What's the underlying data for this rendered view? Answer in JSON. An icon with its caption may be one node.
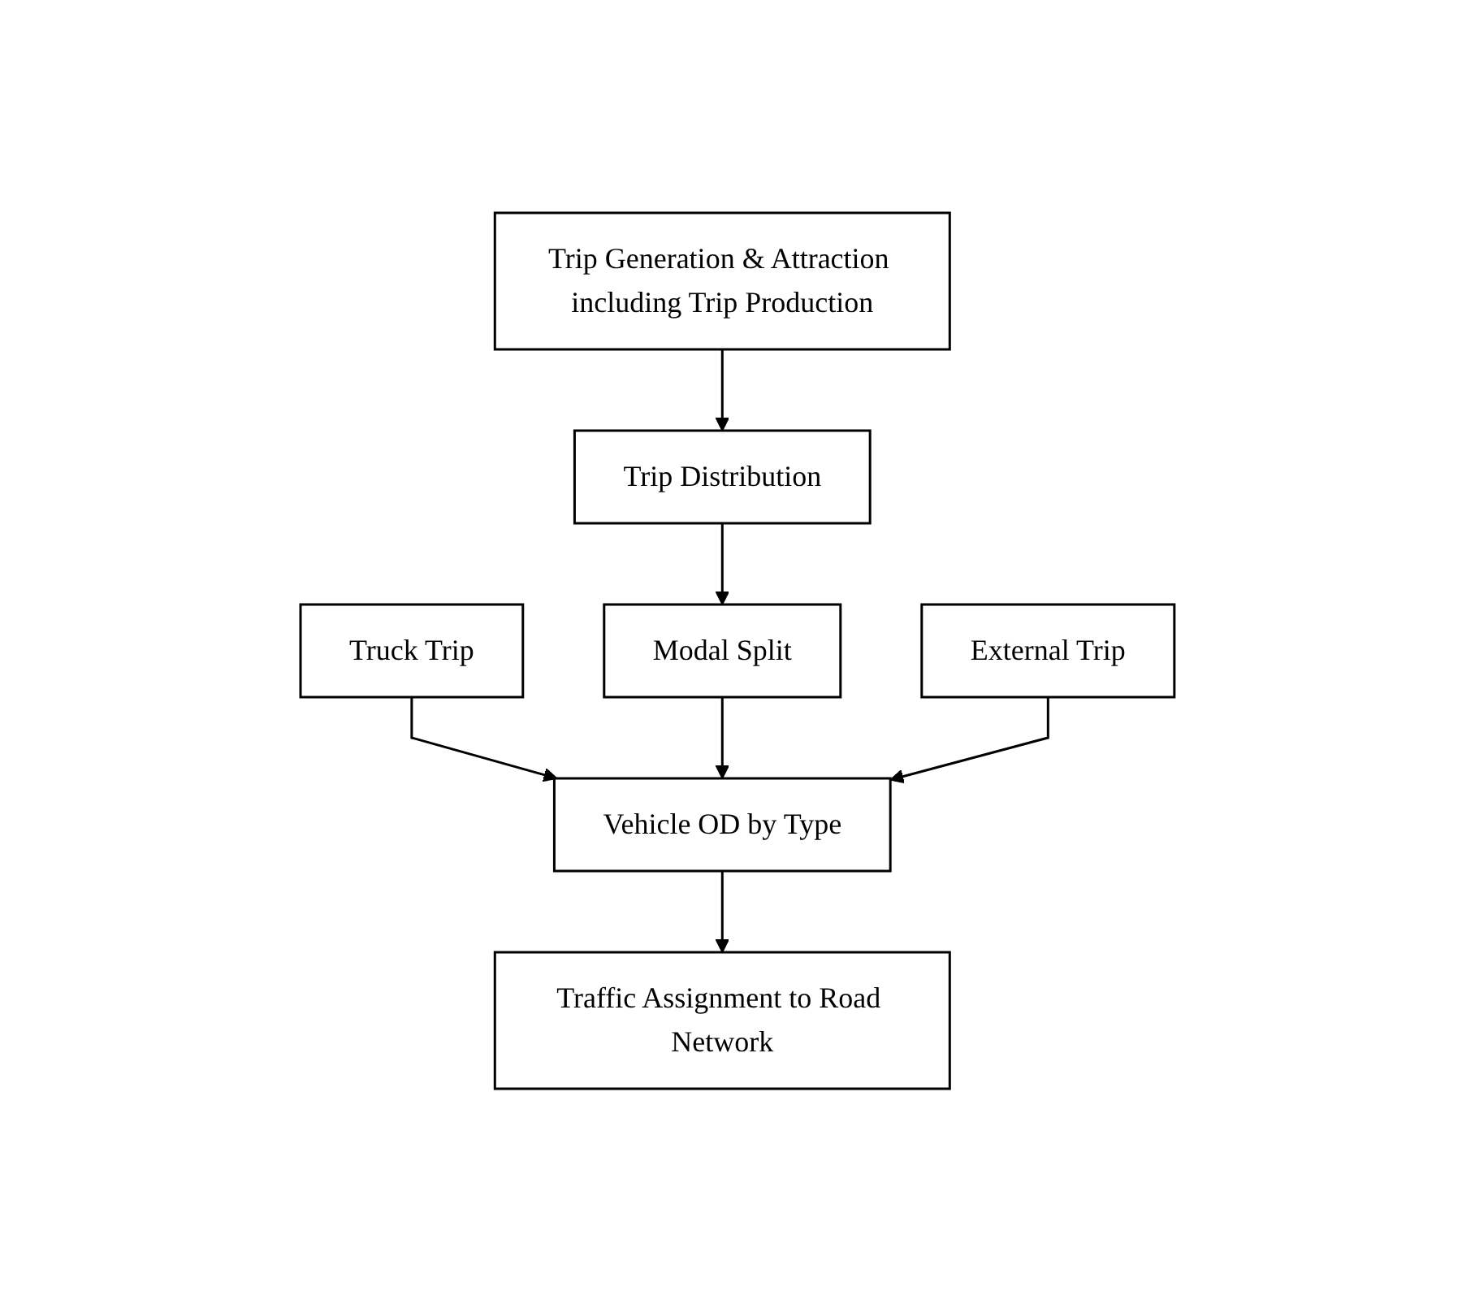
{
  "diagram": {
    "nodes": [
      {
        "text": [
          "Trip Generation & Attraction including Trip Production"
        ]
      },
      {
        "text": [
          "Trip Distribution"
        ]
      },
      {
        "text": [
          "Truck Trip"
        ]
      },
      {
        "text": [
          "Modal Split"
        ]
      },
      {
        "text": [
          "External Trip"
        ]
      },
      {
        "text": [
          "Vehicle OD by Type"
        ]
      },
      {
        "text": [
          "Traffic Assignment to Road Network"
        ]
      }
    ],
    "edges": [
      {
        "from": 0,
        "to": 1,
        "arrow": "to"
      },
      {
        "from": 1,
        "to": 3,
        "arrow": "to"
      },
      {
        "from": 2,
        "to": 5,
        "arrow": "to"
      },
      {
        "from": 3,
        "to": 5,
        "arrow": "to"
      },
      {
        "from": 4,
        "to": 5,
        "arrow": "to"
      },
      {
        "from": 5,
        "to": 6,
        "arrow": "to"
      }
    ]
  }
}
